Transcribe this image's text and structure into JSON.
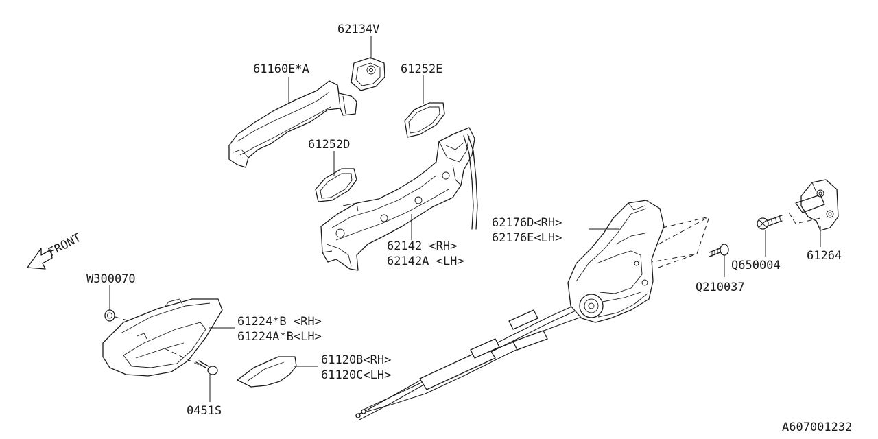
{
  "diagram_id": "A607001232",
  "direction_label": "FRONT",
  "callouts": [
    {
      "id": "c-62134v",
      "lines": [
        "62134V"
      ]
    },
    {
      "id": "c-61160e",
      "lines": [
        "61160E*A"
      ]
    },
    {
      "id": "c-61252e",
      "lines": [
        "61252E"
      ]
    },
    {
      "id": "c-61252d",
      "lines": [
        "61252D"
      ]
    },
    {
      "id": "c-62142",
      "lines": [
        "62142  <RH>",
        "62142A <LH>"
      ]
    },
    {
      "id": "c-62176",
      "lines": [
        "62176D<RH>",
        "62176E<LH>"
      ]
    },
    {
      "id": "c-q650004",
      "lines": [
        "Q650004"
      ]
    },
    {
      "id": "c-61264",
      "lines": [
        "61264"
      ]
    },
    {
      "id": "c-q210037",
      "lines": [
        "Q210037"
      ]
    },
    {
      "id": "c-w300070",
      "lines": [
        "W300070"
      ]
    },
    {
      "id": "c-61224",
      "lines": [
        "61224*B <RH>",
        "61224A*B<LH>"
      ]
    },
    {
      "id": "c-61120",
      "lines": [
        "61120B<RH>",
        "61120C<LH>"
      ]
    },
    {
      "id": "c-0451s",
      "lines": [
        "0451S"
      ]
    }
  ]
}
